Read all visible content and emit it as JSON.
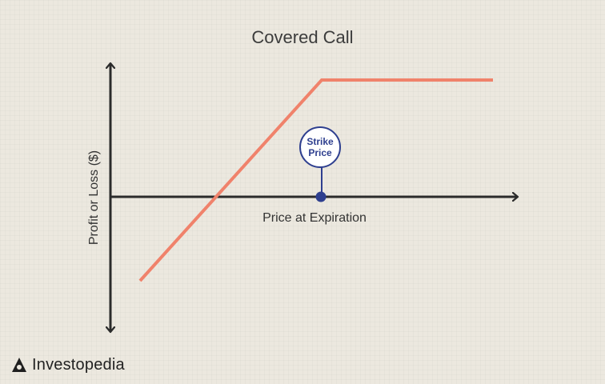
{
  "title": "Covered Call",
  "axes": {
    "x_label": "Price at Expiration",
    "y_label": "Profit or Loss ($)"
  },
  "annotation": {
    "strike_line1": "Strike",
    "strike_line2": "Price"
  },
  "brand": {
    "name": "Investopedia"
  },
  "colors": {
    "payoff_line": "#f0826b",
    "axis": "#2b2b2b",
    "strike_marker": "#2e3f8f",
    "background": "#ece8df"
  }
}
